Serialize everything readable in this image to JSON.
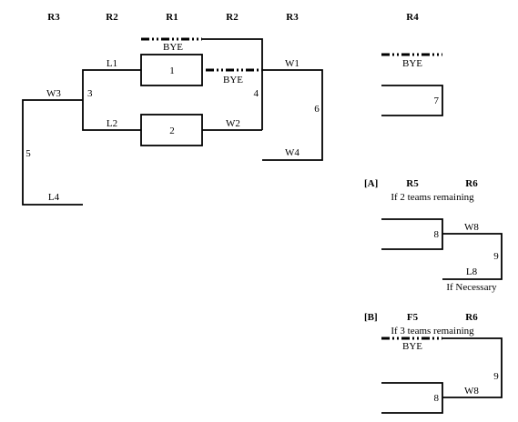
{
  "headers": {
    "r3_left": "R3",
    "r2_left": "R2",
    "r1": "R1",
    "r2_right": "R2",
    "r3_right": "R3",
    "r4": "R4"
  },
  "section_a": {
    "tag": "[A]",
    "col1": "R5",
    "col2": "R6",
    "subtitle": "If 2 teams remaining",
    "footnote": "If Necessary"
  },
  "section_b": {
    "tag": "[B]",
    "col1": "F5",
    "col2": "R6",
    "subtitle": "If 3 teams remaining"
  },
  "labels": {
    "bye": "BYE",
    "l1": "L1",
    "l2": "L2",
    "l4": "L4",
    "l8": "L8",
    "w1": "W1",
    "w2": "W2",
    "w3": "W3",
    "w4": "W4",
    "w8": "W8"
  },
  "game_numbers": {
    "g1": "1",
    "g2": "2",
    "g3": "3",
    "g4": "4",
    "g5": "5",
    "g6": "6",
    "g7": "7",
    "g8": "8",
    "g9": "9"
  }
}
